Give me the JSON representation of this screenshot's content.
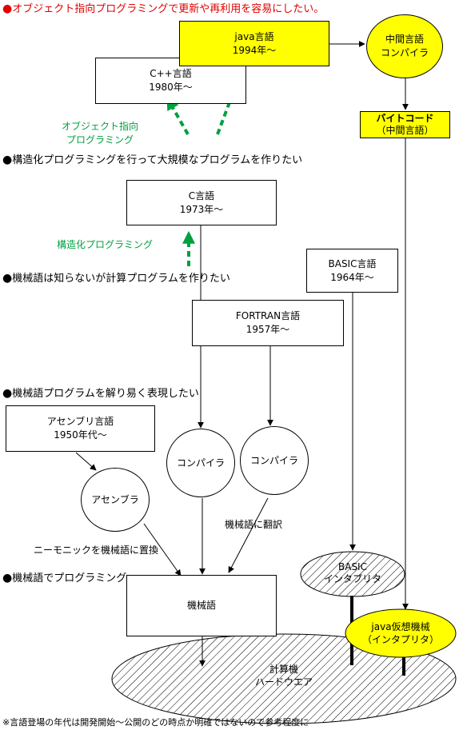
{
  "headings": {
    "oop": "オブジェクト指向プログラミングで更新や再利用を容易にしたい。",
    "structured": "構造化プログラミングを行って大規模なプログラムを作りたい",
    "no_machine": "機械語は知らないが計算プログラムを作りたい",
    "easy_read": "機械語プログラムを解り易く表現したい",
    "machine": "機械語でプログラミング"
  },
  "bullet": "●",
  "languages": {
    "java": {
      "name": "java言語",
      "year": "1994年〜"
    },
    "cpp": {
      "name": "C++言語",
      "year": "1980年〜"
    },
    "c": {
      "name": "C言語",
      "year": "1973年〜"
    },
    "basic": {
      "name": "BASIC言語",
      "year": "1964年〜"
    },
    "fortran": {
      "name": "FORTRAN言語",
      "year": "1957年〜"
    },
    "assembly": {
      "name": "アセンブリ言語",
      "year": "1950年代〜"
    }
  },
  "nodes": {
    "intermediate_compiler": {
      "line1": "中間言語",
      "line2": "コンパイラ"
    },
    "bytecode": {
      "line1": "バイトコード",
      "line2": "（中間言語）"
    },
    "compiler": "コンパイラ",
    "assembler": "アセンブラ",
    "machine_code": "機械語",
    "basic_interpreter": {
      "line1": "BASIC",
      "line2": "インタプリタ"
    },
    "java_vm": {
      "line1": "java仮想機械",
      "line2": "（インタプリタ）"
    },
    "hardware": {
      "line1": "計算機",
      "line2": "ハードウエア"
    }
  },
  "labels": {
    "oop_line1": "オブジェクト指向",
    "oop_line2": "プログラミング",
    "structured": "構造化プログラミング",
    "mnemonic": "ニーモニックを機械語に置換",
    "translate": "機械語に翻訳"
  },
  "footnote": "※言語登場の年代は開発開始〜公開のどの時点か明確ではないので参考程度に",
  "colors": {
    "highlight": "#ffff00",
    "heading_red": "#e00000",
    "arrow_green": "#00a040"
  }
}
